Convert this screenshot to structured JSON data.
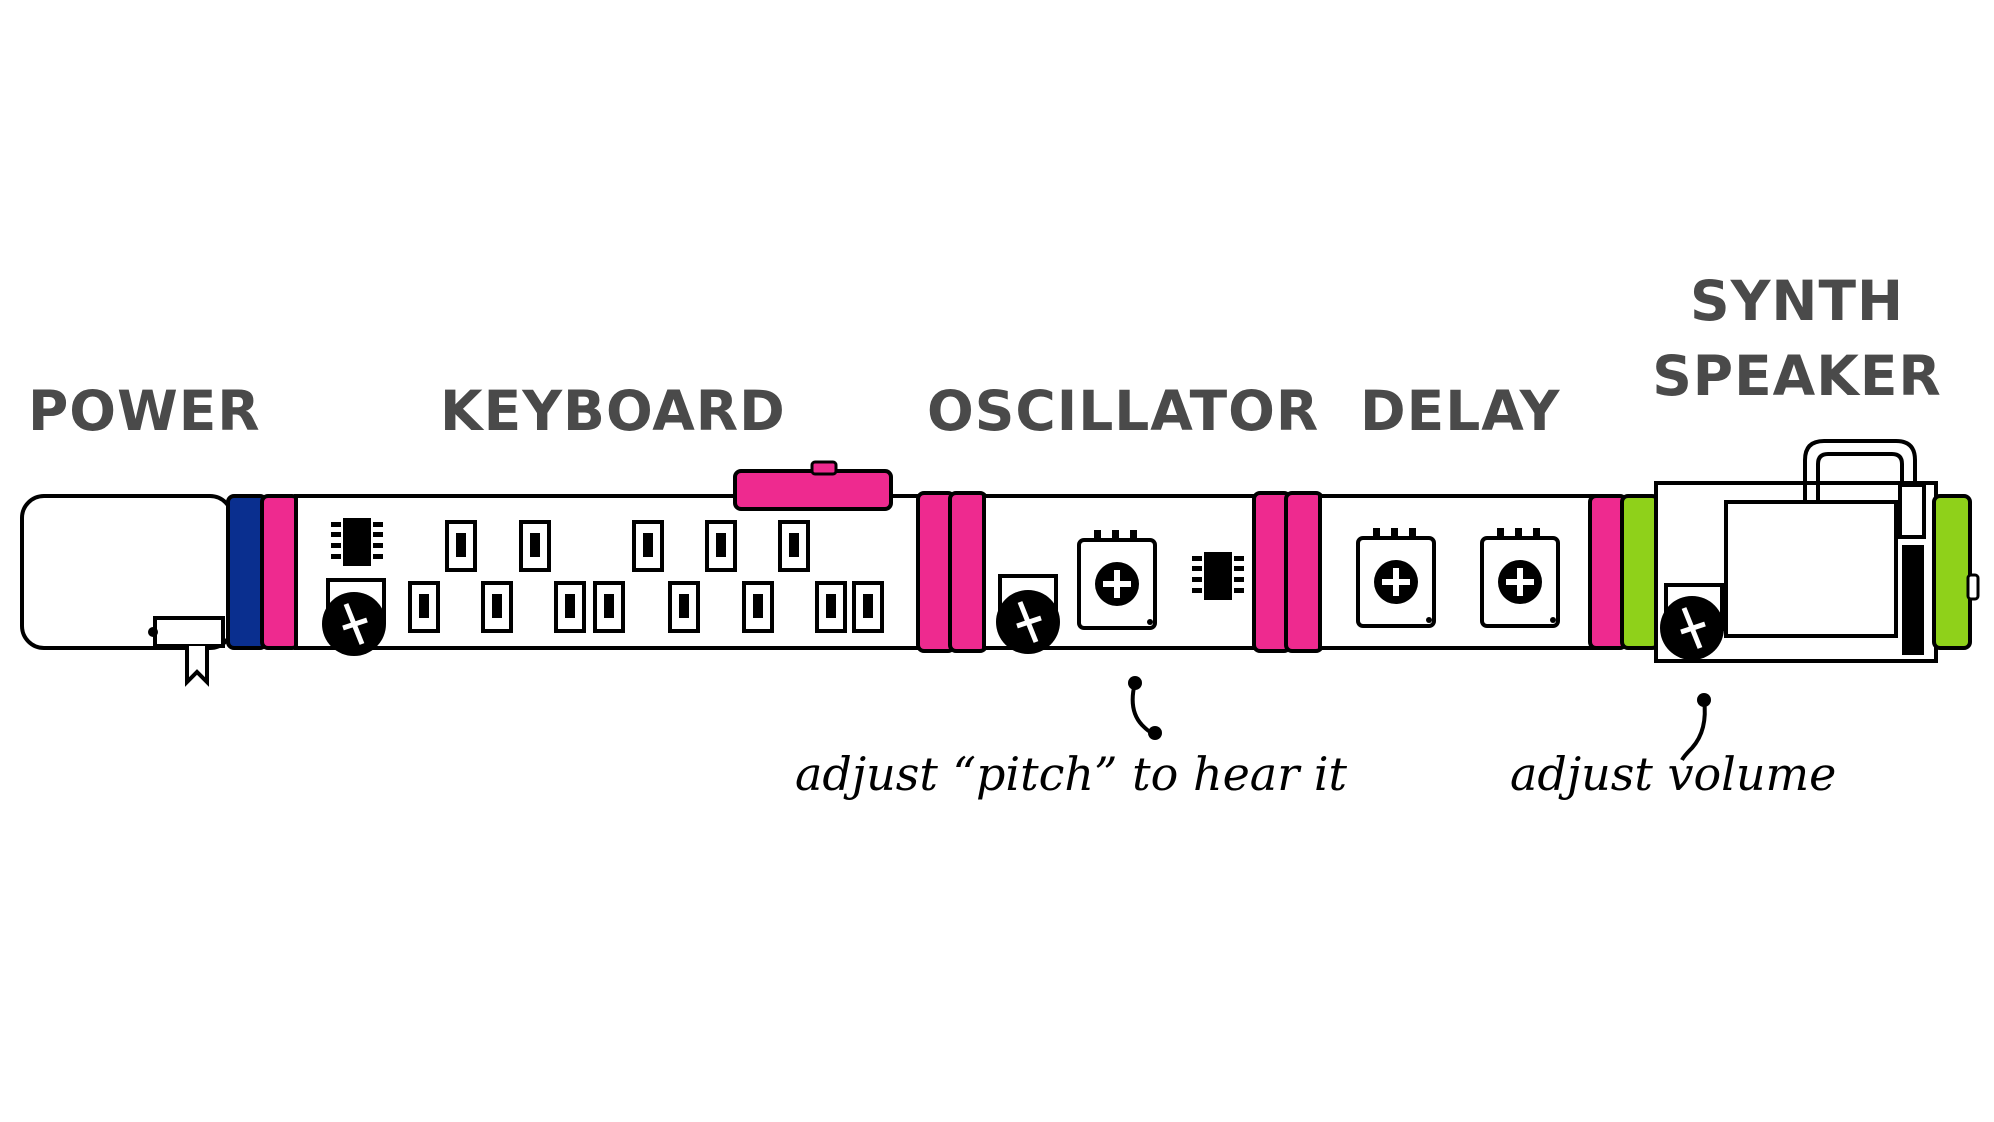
{
  "labels": {
    "power": "POWER",
    "keyboard": "KEYBOARD",
    "oscillator": "OSCILLATOR",
    "delay": "DELAY",
    "synth_line1": "SYNTH",
    "synth_line2": "SPEAKER"
  },
  "annotations": {
    "pitch": "adjust “pitch” to hear it",
    "volume": "adjust volume"
  },
  "colors": {
    "power_connector": "#0a2f8f",
    "bit_connector": "#ee2a8f",
    "output_connector": "#8fd11a",
    "label_text": "#4a4a4a",
    "outline": "#000000"
  }
}
